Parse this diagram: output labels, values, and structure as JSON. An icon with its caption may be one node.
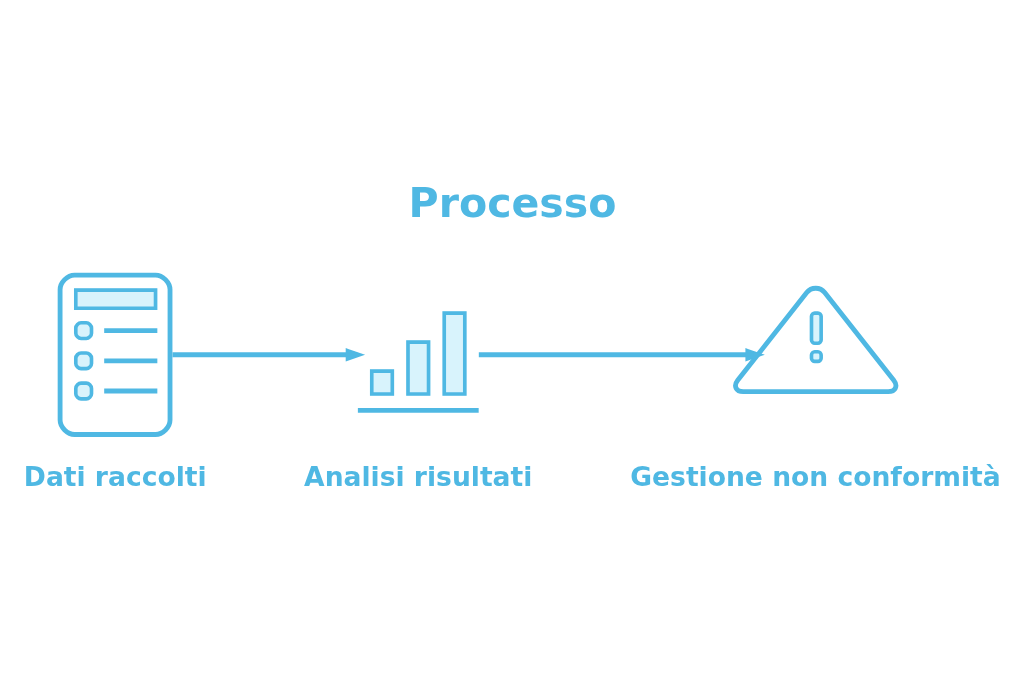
{
  "diagram": {
    "title": "Processo",
    "nodes": [
      {
        "text": [],
        "shape": "picture",
        "beside": [
          "Dati raccolti"
        ]
      },
      {
        "text": [],
        "shape": "picture",
        "beside": [
          "Analisi risultati"
        ]
      },
      {
        "text": [],
        "shape": "picture",
        "beside": [
          "Gestione non conformità"
        ]
      }
    ],
    "edges": [
      {
        "from": 0,
        "to": 1,
        "arrow": "to"
      },
      {
        "from": 1,
        "to": 2,
        "arrow": "to"
      }
    ]
  }
}
